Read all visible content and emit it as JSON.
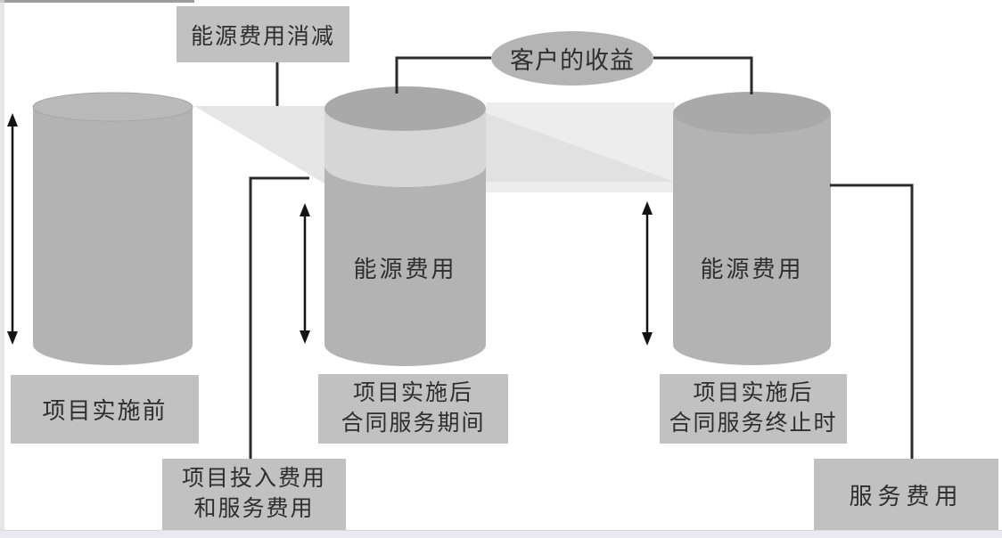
{
  "diagram": {
    "callouts": {
      "energy_saving": {
        "label": "能源费用消减"
      },
      "customer_benefit": {
        "label": "客户的收益"
      },
      "investment_and_service": {
        "line1": "项目投入费用",
        "line2": "和服务费用"
      },
      "service_fee": {
        "label": "服务费用"
      }
    },
    "stages": [
      {
        "id": "before",
        "caption": "项目实施前",
        "cylinder_label": ""
      },
      {
        "id": "during",
        "caption_line1": "项目实施后",
        "caption_line2": "合同服务期间",
        "cylinder_label": "能源费用"
      },
      {
        "id": "after",
        "caption_line1": "项目实施后",
        "caption_line2": "合同服务终止时",
        "cylinder_label": "能源费用"
      }
    ],
    "colors": {
      "cylinder_body": "#b3b3b3",
      "cylinder_top_dark": "#a9a9a9",
      "cylinder_top_light": "#b9b9b9",
      "saved_band": "#d6d6d6",
      "flow_band_light": "#ededed",
      "flow_band_shade": "#e1e1e1",
      "flow_triangle": "#e5e5e5",
      "box_fill": "#c1c1c1",
      "connector_line": "#2b2b2b",
      "text": "#2e2e2e"
    }
  }
}
